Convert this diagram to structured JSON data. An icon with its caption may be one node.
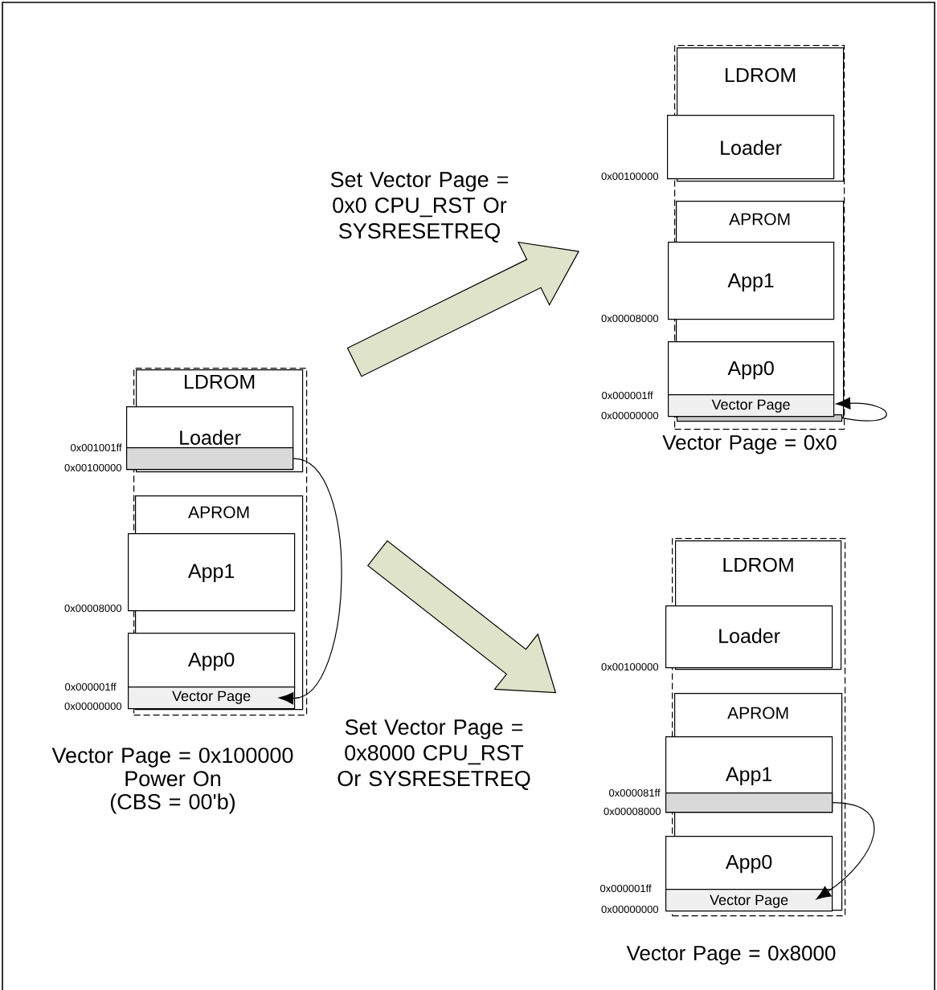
{
  "diagram": {
    "nodes": [
      {
        "text": [],
        "shape": "box",
        "beside": [
          "Vector Page = 0x100000",
          "Power On (CBS = 00'b)"
        ]
      },
      {
        "text": [
          "LDROM"
        ],
        "in": 0
      },
      {
        "text": [
          "Loader"
        ],
        "in": 1
      },
      {
        "text": [],
        "shape": "bar",
        "in": 2
      },
      {
        "text": [
          "APROM"
        ],
        "in": 0
      },
      {
        "text": [
          "App1"
        ],
        "in": 4
      },
      {
        "text": [
          "App0"
        ],
        "in": 4
      },
      {
        "text": [
          "Vector Page"
        ],
        "in": 4
      },
      {
        "text": [],
        "shape": "box",
        "beside": [
          "Vector Page = 0x0"
        ]
      },
      {
        "text": [
          "LDROM"
        ],
        "in": 8
      },
      {
        "text": [
          "Loader"
        ],
        "in": 9
      },
      {
        "text": [
          "APROM"
        ],
        "in": 8
      },
      {
        "text": [
          "App1"
        ],
        "in": 11
      },
      {
        "text": [
          "App0"
        ],
        "in": 11
      },
      {
        "text": [
          "Vector Page"
        ],
        "in": 11
      },
      {
        "text": [],
        "shape": "bar",
        "in": 8
      },
      {
        "text": [],
        "shape": "box",
        "beside": [
          "Vector Page = 0x8000"
        ]
      },
      {
        "text": [
          "LDROM"
        ],
        "in": 16
      },
      {
        "text": [
          "Loader"
        ],
        "in": 17
      },
      {
        "text": [
          "APROM"
        ],
        "in": 16
      },
      {
        "text": [
          "App1"
        ],
        "in": 19
      },
      {
        "text": [],
        "shape": "bar",
        "in": 20
      },
      {
        "text": [
          "App0"
        ],
        "in": 19
      },
      {
        "text": [
          "Vector Page"
        ],
        "in": 19
      }
    ],
    "edges": [
      {
        "from": 0,
        "to": 8,
        "arrow": "to",
        "label": "Set Vector Page = 0x0 CPU_RST Or SYSRESETREQ",
        "style": "thick",
        "color": "#dfe3c9"
      },
      {
        "from": 0,
        "to": 16,
        "arrow": "to",
        "label": "Set Vector Page = 0x8000 CPU_RST Or SYSRESETREQ",
        "style": "thick",
        "color": "#dfe3c9"
      },
      {
        "from": 3,
        "to": 7,
        "arrow": "to"
      },
      {
        "from": 15,
        "to": 14,
        "arrow": "to"
      },
      {
        "from": 21,
        "to": 23,
        "arrow": "to"
      }
    ],
    "labels": [
      "0x001001ff",
      "0x00100000",
      "0x00008000",
      "0x000001ff",
      "0x00000000",
      "0x00100000",
      "0x00008000",
      "0x000001ff",
      "0x00000000",
      "0x00100000",
      "0x000081ff",
      "0x00008000",
      "0x000001ff",
      "0x00000000"
    ]
  }
}
